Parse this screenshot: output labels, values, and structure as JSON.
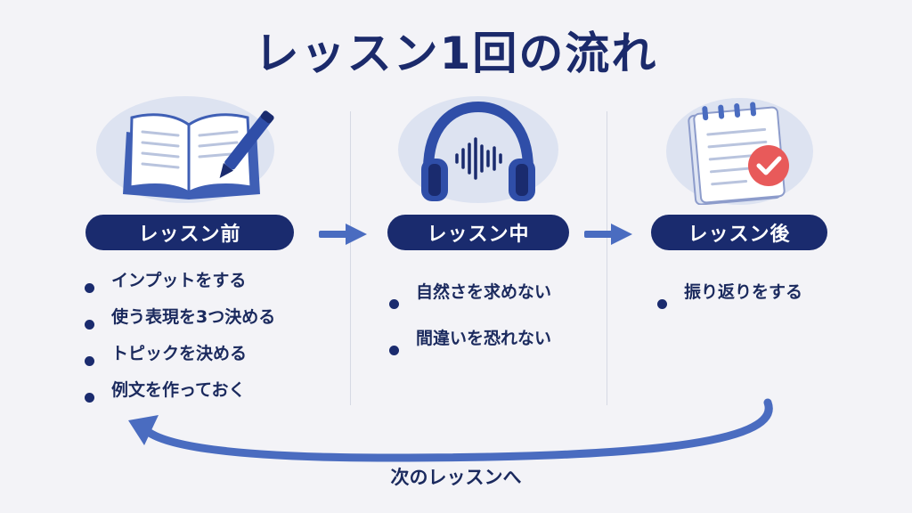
{
  "title": "レッスン1回の流れ",
  "colors": {
    "navy": "#1a2b6e",
    "accent_blue": "#4a6cc0",
    "check_red": "#e85a5a",
    "background": "#f3f3f7"
  },
  "steps": [
    {
      "label": "レッスン前",
      "icon": "open-book-pen-icon",
      "items": [
        "インプットをする",
        "使う表現を3つ決める",
        "トピックを決める",
        "例文を作っておく"
      ]
    },
    {
      "label": "レッスン中",
      "icon": "headphones-sound-wave-icon",
      "items": [
        "自然さを求めない",
        "間違いを恐れない"
      ]
    },
    {
      "label": "レッスン後",
      "icon": "notepad-check-icon",
      "items": [
        "振り返りをする"
      ]
    }
  ],
  "loop_label": "次のレッスンへ"
}
